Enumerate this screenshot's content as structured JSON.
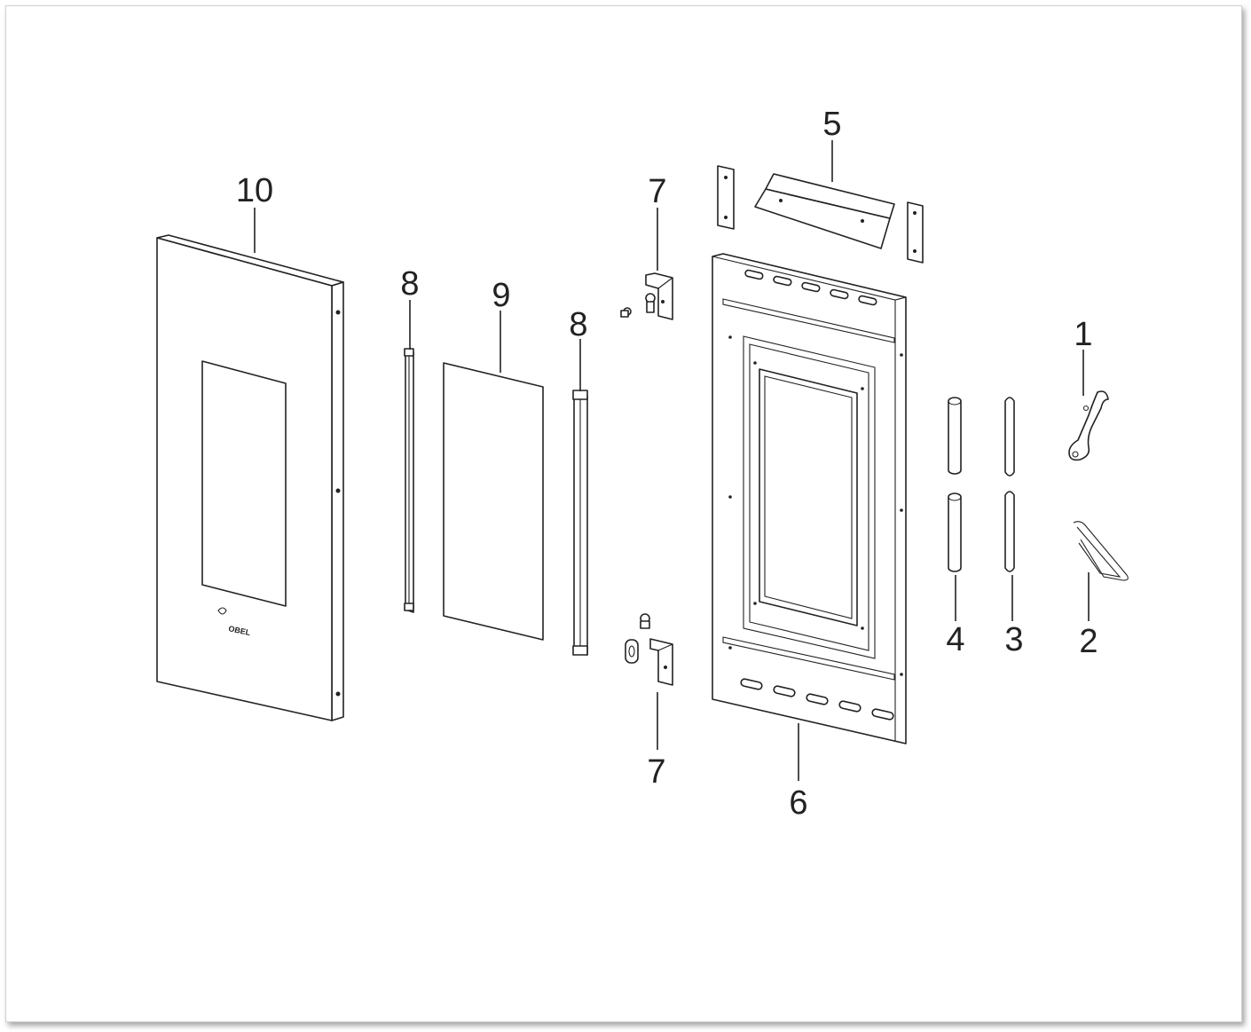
{
  "diagram": {
    "callouts": [
      {
        "id": "1",
        "label": "1"
      },
      {
        "id": "2",
        "label": "2"
      },
      {
        "id": "3",
        "label": "3"
      },
      {
        "id": "4",
        "label": "4"
      },
      {
        "id": "5",
        "label": "5"
      },
      {
        "id": "6",
        "label": "6"
      },
      {
        "id": "7a",
        "label": "7"
      },
      {
        "id": "7b",
        "label": "7"
      },
      {
        "id": "8a",
        "label": "8"
      },
      {
        "id": "8b",
        "label": "8"
      },
      {
        "id": "9",
        "label": "9"
      },
      {
        "id": "10",
        "label": "10"
      }
    ],
    "logo_text": "OBEL"
  }
}
